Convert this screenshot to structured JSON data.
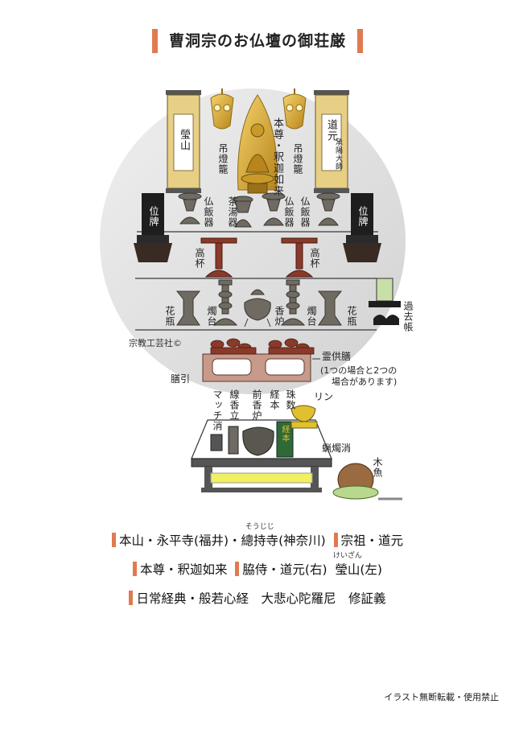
{
  "title": "曹洞宗のお仏壇の御荘厳",
  "labels": {
    "scroll_left": "瑩山",
    "scroll_right_main": "道元",
    "scroll_right_sub": "承陽大師",
    "lantern_left": "吊燈籠",
    "lantern_right": "吊燈籠",
    "honzon": "本尊・釈迦如来",
    "buppanki_left": "仏飯器",
    "chatoki": "茶湯器",
    "buppanki_mid": "仏飯器",
    "buppanki_right": "仏飯器",
    "ihai_left": "位牌",
    "ihai_right": "位牌",
    "takatsuki_left": "高杯",
    "takatsuki_right": "高杯",
    "kabin_left": "花瓶",
    "shokudai_left": "燭台",
    "koro": "香炉",
    "shokudai_right": "燭台",
    "kabin_right": "花瓶",
    "kakocho": "過去帳",
    "copyright": "宗教工芸社©",
    "reikuzen": "霊供膳",
    "reikuzen_note1": "(1つの場合と2つの",
    "reikuzen_note2": "場合があります)",
    "zenbiki": "膳引",
    "matchkeshi": "マッチ消",
    "senkotate": "線香立",
    "maekoro": "前香炉",
    "kyohon": "経本",
    "juzu": "珠数",
    "rin": "リン",
    "rosokukeshi": "蝋燭消",
    "mokugyo": "木魚",
    "sutra_cover": "経本"
  },
  "info": {
    "line1_a": "本山・永平寺(福井)・",
    "line1_ruby": "そうじじ",
    "line1_ruby_base": "總持寺",
    "line1_b": "(神奈川)",
    "line1_c": "宗祖・道元",
    "line2_a": "本尊・釈迦如来",
    "line2_b": "脇侍・道元(右)",
    "line2_ruby": "けいざん",
    "line2_ruby_base": "瑩山",
    "line2_c": "(左)",
    "line3": "日常経典・般若心経　大悲心陀羅尼　修証義"
  },
  "footer": "イラスト無断転載・使用禁止",
  "colors": {
    "accent": "#e07a50",
    "circle": "#e3e3e3",
    "wood": "#8a3a2a",
    "bronze": "#6f6a62",
    "gold": "#d9a528",
    "ihai": "#1e1e1e",
    "tray": "#c89a8a",
    "sutra_green": "#2f6a36",
    "mat": "#f0f060"
  }
}
